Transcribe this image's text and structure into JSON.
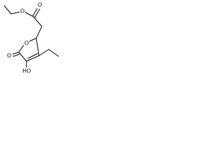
{
  "diagram": {
    "type": "chemical-structure",
    "atom_labels": {
      "ester_carbonyl_oxygen": "O",
      "ester_ether_oxygen": "O",
      "ring_oxygen": "O",
      "lactone_carbonyl_oxygen": "O",
      "hydroxyl": "HO"
    },
    "colors": {
      "ink": "#000000",
      "background": "#ffffff"
    }
  }
}
